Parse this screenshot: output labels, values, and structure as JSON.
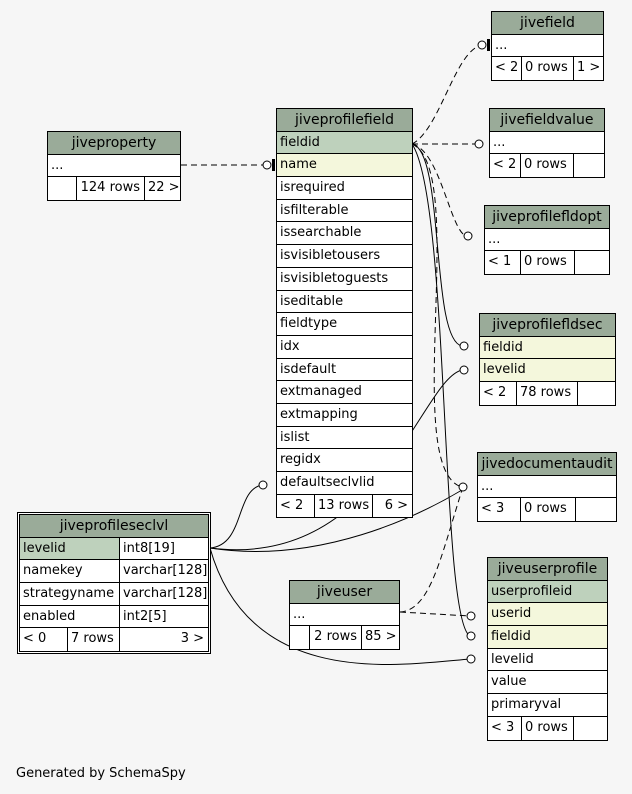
{
  "footer": "Generated by SchemaSpy",
  "tables": {
    "jivefield": {
      "name": "jivefield",
      "columns": [
        "..."
      ],
      "footer": [
        "< 2",
        "0 rows",
        "1 >"
      ]
    },
    "jivefieldvalue": {
      "name": "jivefieldvalue",
      "columns": [
        "..."
      ],
      "footer": [
        "< 2",
        "0 rows"
      ]
    },
    "jiveprofilefldopt": {
      "name": "jiveprofilefldopt",
      "columns": [
        "..."
      ],
      "footer": [
        "< 1",
        "0 rows"
      ]
    },
    "jiveprofilefldsec": {
      "name": "jiveprofilefldsec",
      "columns": [
        "fieldid",
        "levelid"
      ],
      "footer": [
        "< 2",
        "78 rows"
      ]
    },
    "jivedocumentaudit": {
      "name": "jivedocumentaudit",
      "columns": [
        "..."
      ],
      "footer": [
        "< 3",
        "0 rows"
      ]
    },
    "jiveuserprofile": {
      "name": "jiveuserprofile",
      "columns": [
        "userprofileid",
        "userid",
        "fieldid",
        "levelid",
        "value",
        "primaryval"
      ],
      "footer": [
        "< 3",
        "0 rows"
      ]
    },
    "jiveproperty": {
      "name": "jiveproperty",
      "columns": [
        "..."
      ],
      "footer": [
        "",
        "124 rows",
        "22 >"
      ]
    },
    "jiveprofilefield": {
      "name": "jiveprofilefield",
      "columns": [
        "fieldid",
        "name",
        "isrequired",
        "isfilterable",
        "issearchable",
        "isvisibletousers",
        "isvisibletoguests",
        "iseditable",
        "fieldtype",
        "idx",
        "isdefault",
        "extmanaged",
        "extmapping",
        "islist",
        "regidx",
        "defaultseclvlid"
      ],
      "footer": [
        "< 2",
        "13 rows",
        "6 >"
      ]
    },
    "jiveuser": {
      "name": "jiveuser",
      "columns": [
        "..."
      ],
      "footer": [
        "",
        "2 rows",
        "85 >"
      ]
    },
    "jiveprofileseclvl": {
      "name": "jiveprofileseclvl",
      "columns": [
        {
          "name": "levelid",
          "type": "int8[19]"
        },
        {
          "name": "namekey",
          "type": "varchar[128]"
        },
        {
          "name": "strategyname",
          "type": "varchar[128]"
        },
        {
          "name": "enabled",
          "type": "int2[5]"
        }
      ],
      "footer": [
        "< 0",
        "7 rows",
        "3 >"
      ]
    }
  }
}
